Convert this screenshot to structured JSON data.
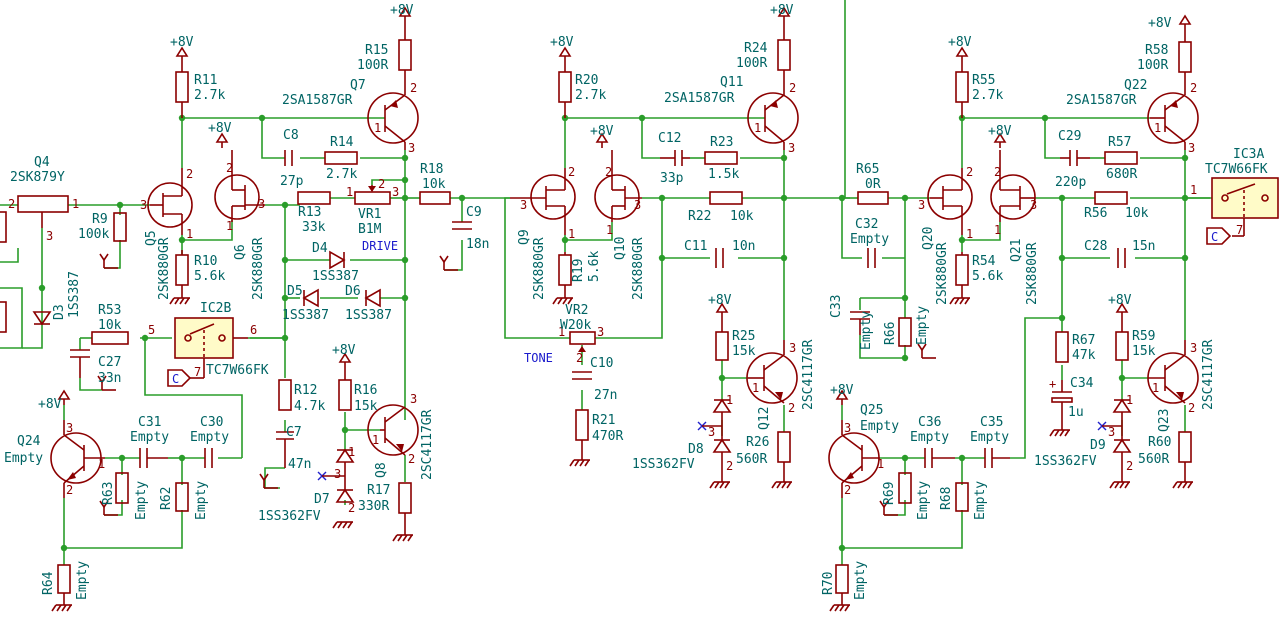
{
  "power": {
    "v8": "+8V"
  },
  "net_labels": {
    "drive": "DRIVE",
    "tone": "TONE",
    "c": "C"
  },
  "parts": {
    "Q4": {
      "ref": "Q4",
      "val": "2SK879Y"
    },
    "Q5": {
      "ref": "Q5",
      "val": "2SK880GR"
    },
    "Q6": {
      "ref": "Q6",
      "val": "2SK880GR"
    },
    "Q7": {
      "ref": "Q7",
      "val": "2SA1587GR"
    },
    "Q8": {
      "ref": "Q8",
      "val": "2SC4117GR"
    },
    "Q9": {
      "ref": "Q9",
      "val": "2SK880GR"
    },
    "Q10": {
      "ref": "Q10",
      "val": "2SK880GR"
    },
    "Q11": {
      "ref": "Q11",
      "val": "2SA1587GR"
    },
    "Q12": {
      "ref": "Q12",
      "val": "2SC4117GR"
    },
    "Q20": {
      "ref": "Q20",
      "val": "2SK880GR"
    },
    "Q21": {
      "ref": "Q21",
      "val": "2SK880GR"
    },
    "Q22": {
      "ref": "Q22",
      "val": "2SA1587GR"
    },
    "Q23": {
      "ref": "Q23",
      "val": "2SC4117GR"
    },
    "Q24": {
      "ref": "Q24",
      "val": "Empty"
    },
    "Q25": {
      "ref": "Q25",
      "val": "Empty"
    },
    "R9": {
      "ref": "R9",
      "val": "100k"
    },
    "R10": {
      "ref": "R10",
      "val": "5.6k"
    },
    "R11": {
      "ref": "R11",
      "val": "2.7k"
    },
    "R12": {
      "ref": "R12",
      "val": "4.7k"
    },
    "R13": {
      "ref": "R13",
      "val": "33k"
    },
    "R14": {
      "ref": "R14",
      "val": "2.7k"
    },
    "R15": {
      "ref": "R15",
      "val": "100R"
    },
    "R16": {
      "ref": "R16",
      "val": "15k"
    },
    "R17": {
      "ref": "R17",
      "val": "330R"
    },
    "R18": {
      "ref": "R18",
      "val": "10k"
    },
    "R19": {
      "ref": "R19",
      "val": "5.6k"
    },
    "R20": {
      "ref": "R20",
      "val": "2.7k"
    },
    "R21": {
      "ref": "R21",
      "val": "470R"
    },
    "R22": {
      "ref": "R22",
      "val": "10k"
    },
    "R23": {
      "ref": "R23",
      "val": "1.5k"
    },
    "R24": {
      "ref": "R24",
      "val": "100R"
    },
    "R25": {
      "ref": "R25",
      "val": "15k"
    },
    "R26": {
      "ref": "R26",
      "val": "560R"
    },
    "R53": {
      "ref": "R53",
      "val": "10k"
    },
    "R54": {
      "ref": "R54",
      "val": "5.6k"
    },
    "R55": {
      "ref": "R55",
      "val": "2.7k"
    },
    "R56": {
      "ref": "R56",
      "val": "10k"
    },
    "R57": {
      "ref": "R57",
      "val": "680R"
    },
    "R58": {
      "ref": "R58",
      "val": "100R"
    },
    "R59": {
      "ref": "R59",
      "val": "15k"
    },
    "R60": {
      "ref": "R60",
      "val": "560R"
    },
    "R62": {
      "ref": "R62",
      "val": "Empty"
    },
    "R63": {
      "ref": "R63",
      "val": "Empty"
    },
    "R64": {
      "ref": "R64",
      "val": "Empty"
    },
    "R65": {
      "ref": "R65",
      "val": "0R"
    },
    "R66": {
      "ref": "R66",
      "val": "Empty"
    },
    "R67": {
      "ref": "R67",
      "val": "47k"
    },
    "R68": {
      "ref": "R68",
      "val": "Empty"
    },
    "R69": {
      "ref": "R69",
      "val": "Empty"
    },
    "R70": {
      "ref": "R70",
      "val": "Empty"
    },
    "C7": {
      "ref": "C7",
      "val": "47n"
    },
    "C8": {
      "ref": "C8",
      "val": "27p"
    },
    "C9": {
      "ref": "C9",
      "val": "18n"
    },
    "C10": {
      "ref": "C10",
      "val": "27n"
    },
    "C11": {
      "ref": "C11",
      "val": "10n"
    },
    "C12": {
      "ref": "C12",
      "val": "33p"
    },
    "C27": {
      "ref": "C27",
      "val": "33n"
    },
    "C28": {
      "ref": "C28",
      "val": "15n"
    },
    "C29": {
      "ref": "C29",
      "val": "220p"
    },
    "C30": {
      "ref": "C30",
      "val": "Empty"
    },
    "C31": {
      "ref": "C31",
      "val": "Empty"
    },
    "C32": {
      "ref": "C32",
      "val": "Empty"
    },
    "C33": {
      "ref": "C33",
      "val": "Empty"
    },
    "C34": {
      "ref": "C34",
      "val": "1u"
    },
    "C35": {
      "ref": "C35",
      "val": "Empty"
    },
    "C36": {
      "ref": "C36",
      "val": "Empty"
    },
    "D3": {
      "ref": "D3",
      "val": "1SS387"
    },
    "D4": {
      "ref": "D4",
      "val": "1SS387"
    },
    "D5": {
      "ref": "D5",
      "val": "1SS387"
    },
    "D6": {
      "ref": "D6",
      "val": "1SS387"
    },
    "D7": {
      "ref": "D7",
      "val": "1SS362FV"
    },
    "D8": {
      "ref": "D8",
      "val": "1SS362FV"
    },
    "D9": {
      "ref": "D9",
      "val": "1SS362FV"
    },
    "VR1": {
      "ref": "VR1",
      "val": "B1M"
    },
    "VR2": {
      "ref": "VR2",
      "val": "W20k"
    },
    "IC2B": {
      "ref": "IC2B",
      "val": "TC7W66FK"
    },
    "IC3A": {
      "ref": "IC3A",
      "val": "TC7W66FK"
    }
  },
  "pins": {
    "p1": "1",
    "p2": "2",
    "p3": "3",
    "p5": "5",
    "p6": "6",
    "p7": "7"
  }
}
